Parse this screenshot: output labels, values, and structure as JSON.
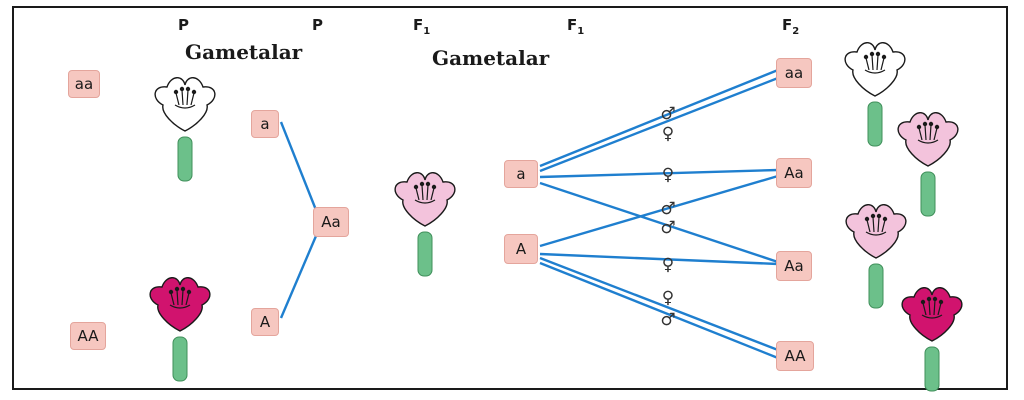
{
  "headers": {
    "p_left": "P",
    "p_right": "P",
    "f1_left": "F",
    "f1_left_sub": "1",
    "f1_right": "F",
    "f1_right_sub": "1",
    "f2": "F",
    "f2_sub": "2"
  },
  "titles": {
    "p_gametes": "Gametalar",
    "f1_gametes": "Gametalar"
  },
  "parents": {
    "recessive": "aa",
    "dominant": "AA"
  },
  "parent_gametes": {
    "top": "a",
    "bottom": "A"
  },
  "f1_genotype": "Aa",
  "f1_gametes": {
    "top": "a",
    "bottom": "A"
  },
  "f2_genotypes": [
    "aa",
    "Aa",
    "Aa",
    "AA"
  ],
  "symbols": {
    "male": "♂",
    "female": "♀"
  },
  "colors": {
    "line": "#1f7fcf",
    "box": "#f6c7c0",
    "white_flower": "#ffffff",
    "pink_flower": "#f3c3dc",
    "magenta_flower": "#d1136e",
    "stem": "#6cc08a"
  }
}
